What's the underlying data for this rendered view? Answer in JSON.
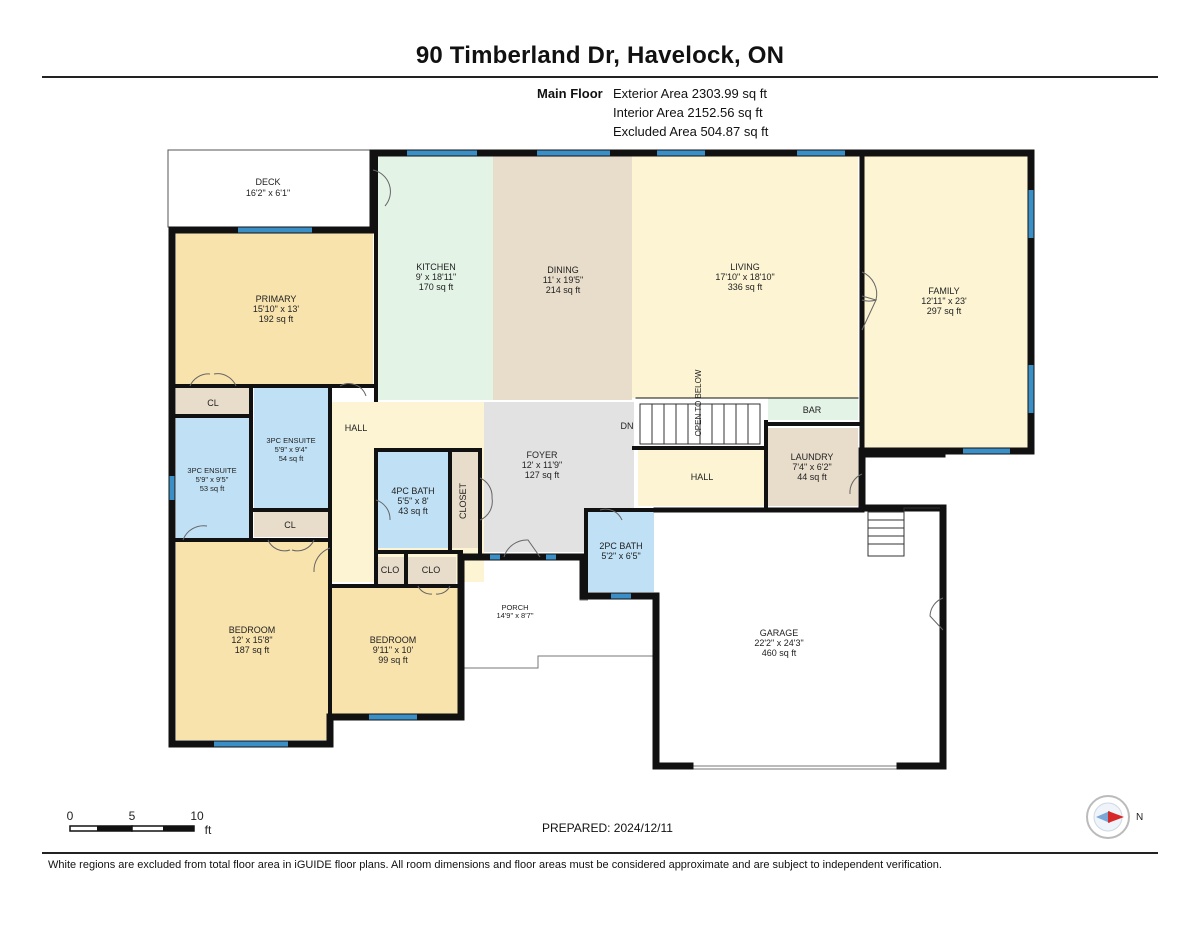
{
  "title": "90 Timberland Dr, Havelock, ON",
  "floor_label": "Main Floor",
  "area_lines": [
    "Exterior Area 2303.99 sq ft",
    "Interior Area 2152.56 sq ft",
    "Excluded Area 504.87 sq ft"
  ],
  "rooms": [
    {
      "name": "DECK",
      "dims": "16'2\" x 6'1\"",
      "area": "",
      "color": "#ffffff"
    },
    {
      "name": "KITCHEN",
      "dims": "9' x 18'11\"",
      "area": "170 sq ft",
      "color": "#e3f3e6"
    },
    {
      "name": "DINING",
      "dims": "11' x 19'5\"",
      "area": "214 sq ft",
      "color": "#e8dccb"
    },
    {
      "name": "LIVING",
      "dims": "17'10\" x 18'10\"",
      "area": "336 sq ft",
      "color": "#fcf4d3"
    },
    {
      "name": "FAMILY",
      "dims": "12'11\" x 23'",
      "area": "297 sq ft",
      "color": "#fcf4d3"
    },
    {
      "name": "PRIMARY",
      "dims": "15'10\" x 13'",
      "area": "192 sq ft",
      "color": "#f8e3ad"
    },
    {
      "name": "3PC ENSUITE",
      "dims": "5'9\" x 9'4\"",
      "area": "54 sq ft",
      "color": "#bfe0f5"
    },
    {
      "name": "3PC ENSUITE",
      "dims": "5'9\" x 9'5\"",
      "area": "53 sq ft",
      "color": "#bfe0f5"
    },
    {
      "name": "4PC BATH",
      "dims": "5'5\" x 8'",
      "area": "43 sq ft",
      "color": "#bfe0f5"
    },
    {
      "name": "FOYER",
      "dims": "12' x 11'9\"",
      "area": "127 sq ft",
      "color": "#e2e2e2"
    },
    {
      "name": "LAUNDRY",
      "dims": "7'4\" x 6'2\"",
      "area": "44 sq ft",
      "color": "#e8dccb"
    },
    {
      "name": "2PC BATH",
      "dims": "5'2\" x 6'5\"",
      "area": "",
      "color": "#bfe0f5"
    },
    {
      "name": "BEDROOM",
      "dims": "12' x 15'8\"",
      "area": "187 sq ft",
      "color": "#f8e3ad"
    },
    {
      "name": "BEDROOM",
      "dims": "9'11\" x 10'",
      "area": "99 sq ft",
      "color": "#f8e3ad"
    },
    {
      "name": "PORCH",
      "dims": "14'9\" x 8'7\"",
      "area": "",
      "color": "#ffffff"
    },
    {
      "name": "GARAGE",
      "dims": "22'2\" x 24'3\"",
      "area": "460 sq ft",
      "color": "#ffffff"
    }
  ],
  "small_labels": {
    "cl1": "CL",
    "cl2": "CL",
    "hall1": "HALL",
    "hall2": "HALL",
    "closet": "CLOSET",
    "clo1": "CLO",
    "clo2": "CLO",
    "bar": "BAR",
    "dn": "DN",
    "open_below": "OPEN TO BELOW"
  },
  "scale": {
    "ticks": [
      "0",
      "5",
      "10"
    ],
    "unit": "ft"
  },
  "prepared": "PREPARED: 2024/12/11",
  "compass_label": "N",
  "disclaimer": "White regions are excluded from total floor area in iGUIDE floor plans. All room dimensions and floor areas must be considered approximate and are subject to independent verification.",
  "colors": {
    "wall": "#111111",
    "window": "#3b8fc7"
  }
}
